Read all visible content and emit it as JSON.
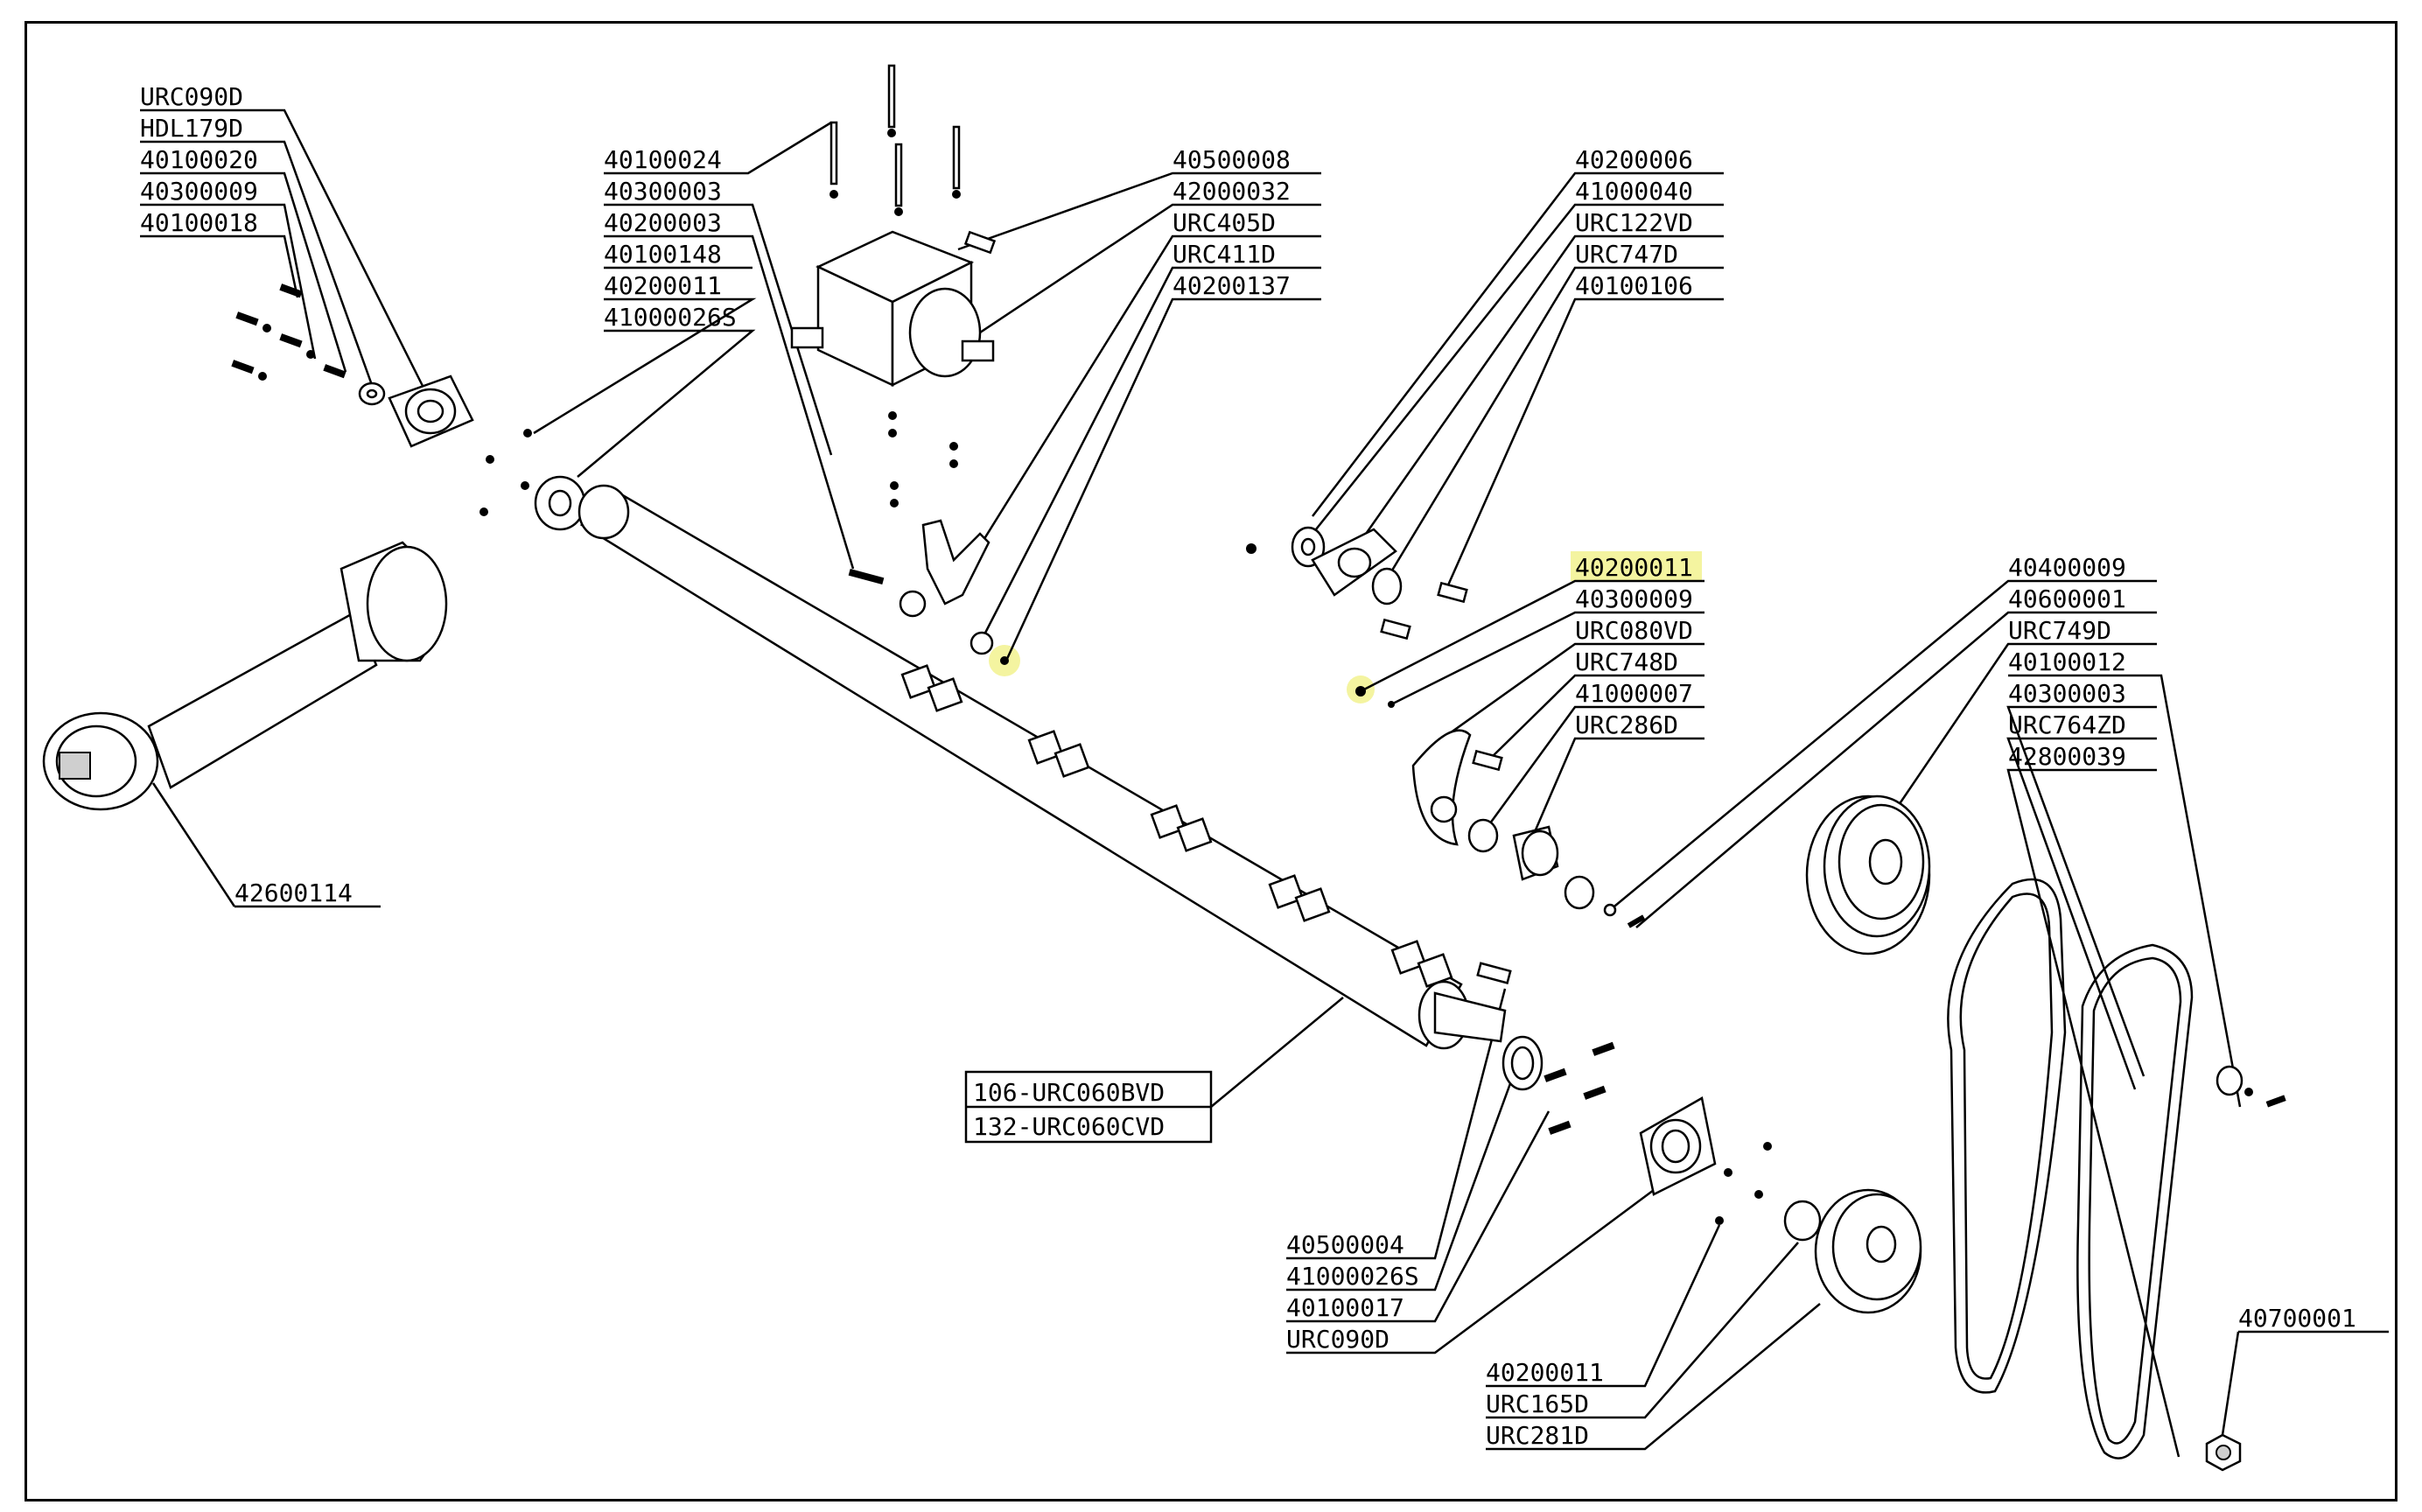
{
  "colors": {
    "line": "#000000",
    "background": "#ffffff",
    "highlight": "#f4f4a0"
  },
  "labels": {
    "urc090d_top": "URC090D",
    "hdl179d": "HDL179D",
    "p40100020": "40100020",
    "p40300009_top": "40300009",
    "p40100018": "40100018",
    "p42600114": "42600114",
    "p40100024": "40100024",
    "p40300003_left": "40300003",
    "p40200003": "40200003",
    "p40100148": "40100148",
    "p40200011_left": "40200011",
    "p41000026s_left": "41000026S",
    "p40500008": "40500008",
    "p42000032": "42000032",
    "urc405d": "URC405D",
    "urc411d": "URC411D",
    "p40200137": "40200137",
    "p40200006": "40200006",
    "p41000040": "41000040",
    "urc122vd": "URC122VD",
    "urc747d": "URC747D",
    "p40100106": "40100106",
    "p40200011_mid": "40200011",
    "p40300009_mid": "40300009",
    "urc080vd": "URC080VD",
    "urc748d": "URC748D",
    "p41000007": "41000007",
    "urc286d": "URC286D",
    "p40400009": "40400009",
    "p40600001": "40600001",
    "urc749d": "URC749D",
    "p40100012": "40100012",
    "p40300003_right": "40300003",
    "urc764zd": "URC764ZD",
    "p42800039": "42800039",
    "shaft_line1": "106-URC060BVD",
    "shaft_line2": "132-URC060CVD",
    "p40500004": "40500004",
    "p41000026s_bottom": "41000026S",
    "p40100017": "40100017",
    "urc090d_bottom": "URC090D",
    "p40200011_bottom": "40200011",
    "urc165d": "URC165D",
    "urc281d": "URC281D",
    "p40700001": "40700001"
  }
}
